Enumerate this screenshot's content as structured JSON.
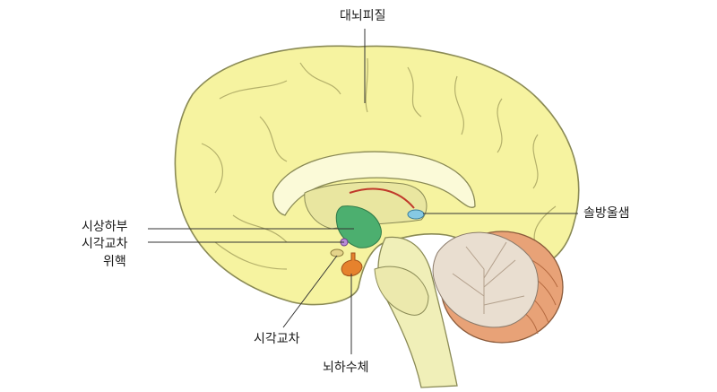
{
  "labels": {
    "cortex": "대뇌피질",
    "pineal": "솔방울샘",
    "hypothalamus": "시상하부",
    "scn_line1": "시각교차",
    "scn_line2": "위핵",
    "chiasm": "시각교차",
    "pituitary": "뇌하수체"
  },
  "colors": {
    "cerebrum": "#f6f3a0",
    "cerebrum_outline": "#8a8a55",
    "corpus_callosum": "#fbfad8",
    "brainstem": "#f0efb8",
    "cerebellum_outer": "#e8a277",
    "cerebellum_inner": "#e9ded0",
    "hypothalamus": "#4caf6f",
    "pineal": "#86c9e3",
    "pituitary": "#e6822d",
    "leader": "#333333"
  }
}
